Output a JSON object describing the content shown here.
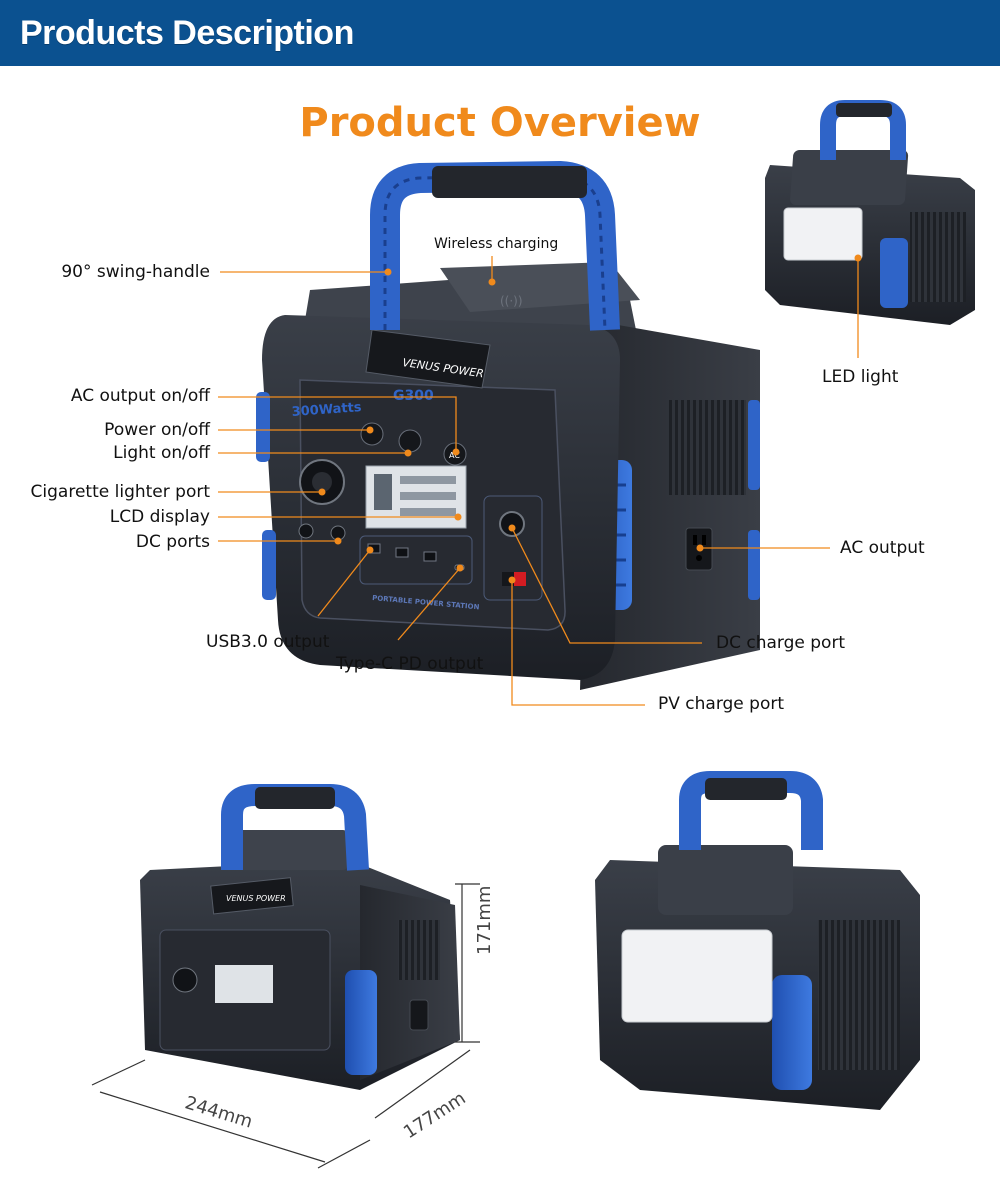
{
  "header": {
    "title": "Products Description"
  },
  "colors": {
    "header_bg": "#0b5190",
    "accent": "#f08a1c",
    "blue": "#2f64c8",
    "body": "#2b2f37"
  },
  "main": {
    "title": "Product Overview",
    "product_brand": "VENUS POWER",
    "product_model": "G300",
    "product_watts": "300Watts",
    "front_panel_text": "PORTABLE POWER STATION",
    "labels": {
      "swing_handle": "90° swing-handle",
      "wireless_charging": "Wireless charging",
      "ac_output_onoff": "AC output on/off",
      "power_onoff": "Power on/off",
      "light_onoff": "Light on/off",
      "cigarette_lighter": "Cigarette lighter port",
      "lcd_display": "LCD display",
      "dc_ports": "DC ports",
      "usb30_output": "USB3.0 output",
      "typec_output": "Type-C PD output",
      "pv_charge_port": "PV charge port",
      "dc_charge_port": "DC charge port",
      "ac_output": "AC output",
      "led_light": "LED light"
    },
    "dimensions": {
      "height": "171mm",
      "depth": "177mm",
      "width": "244mm"
    }
  }
}
